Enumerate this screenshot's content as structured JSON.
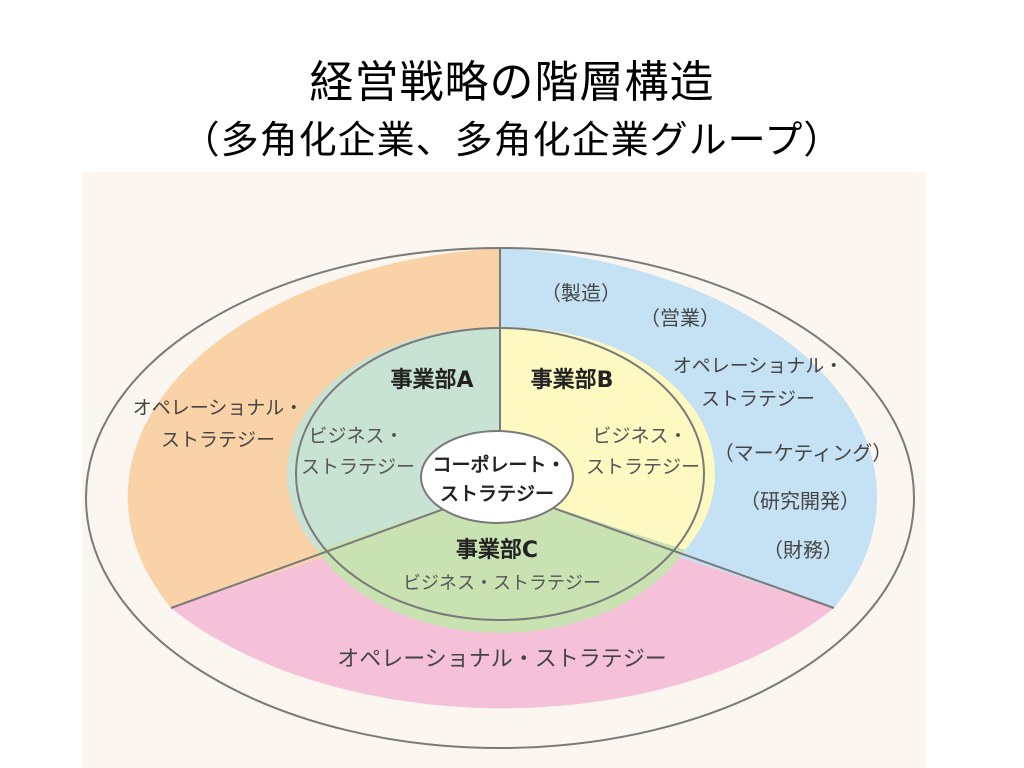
{
  "slide": {
    "title_line1": "経営戦略の階層構造",
    "title_line2": "（多角化企業、多角化企業グループ）"
  },
  "diagram": {
    "colors": {
      "panel_bg": "#fbf6ef",
      "left_operational": "#f9d3a7",
      "right_operational": "#c4e2f3",
      "bottom_operational": "#f5c1d9",
      "division_a": "#c8e3d3",
      "division_b": "#fdf9c1",
      "division_c": "#c9e2b1",
      "corporate": "#ffffff",
      "outline": "#7a7a7a",
      "label_text": "#222222",
      "sub_text": "#555555"
    },
    "outer": {
      "left_label": [
        "オペレーショナル・",
        "ストラテジー"
      ],
      "right_label": [
        "オペレーショナル・",
        "ストラテジー"
      ],
      "bottom_label": "オペレーショナル・ストラテジー",
      "functions": [
        "（製造）",
        "（営業）",
        "（マーケティング）",
        "（研究開発）",
        "（財務）"
      ]
    },
    "divisions": {
      "a": {
        "name": "事業部A",
        "strategy": [
          "ビジネス・",
          "ストラテジー"
        ]
      },
      "b": {
        "name": "事業部B",
        "strategy": [
          "ビジネス・",
          "ストラテジー"
        ]
      },
      "c": {
        "name": "事業部C",
        "strategy": "ビジネス・ストラテジー"
      }
    },
    "corporate": {
      "label": [
        "コーポレート・",
        "ストラテジー"
      ]
    }
  }
}
